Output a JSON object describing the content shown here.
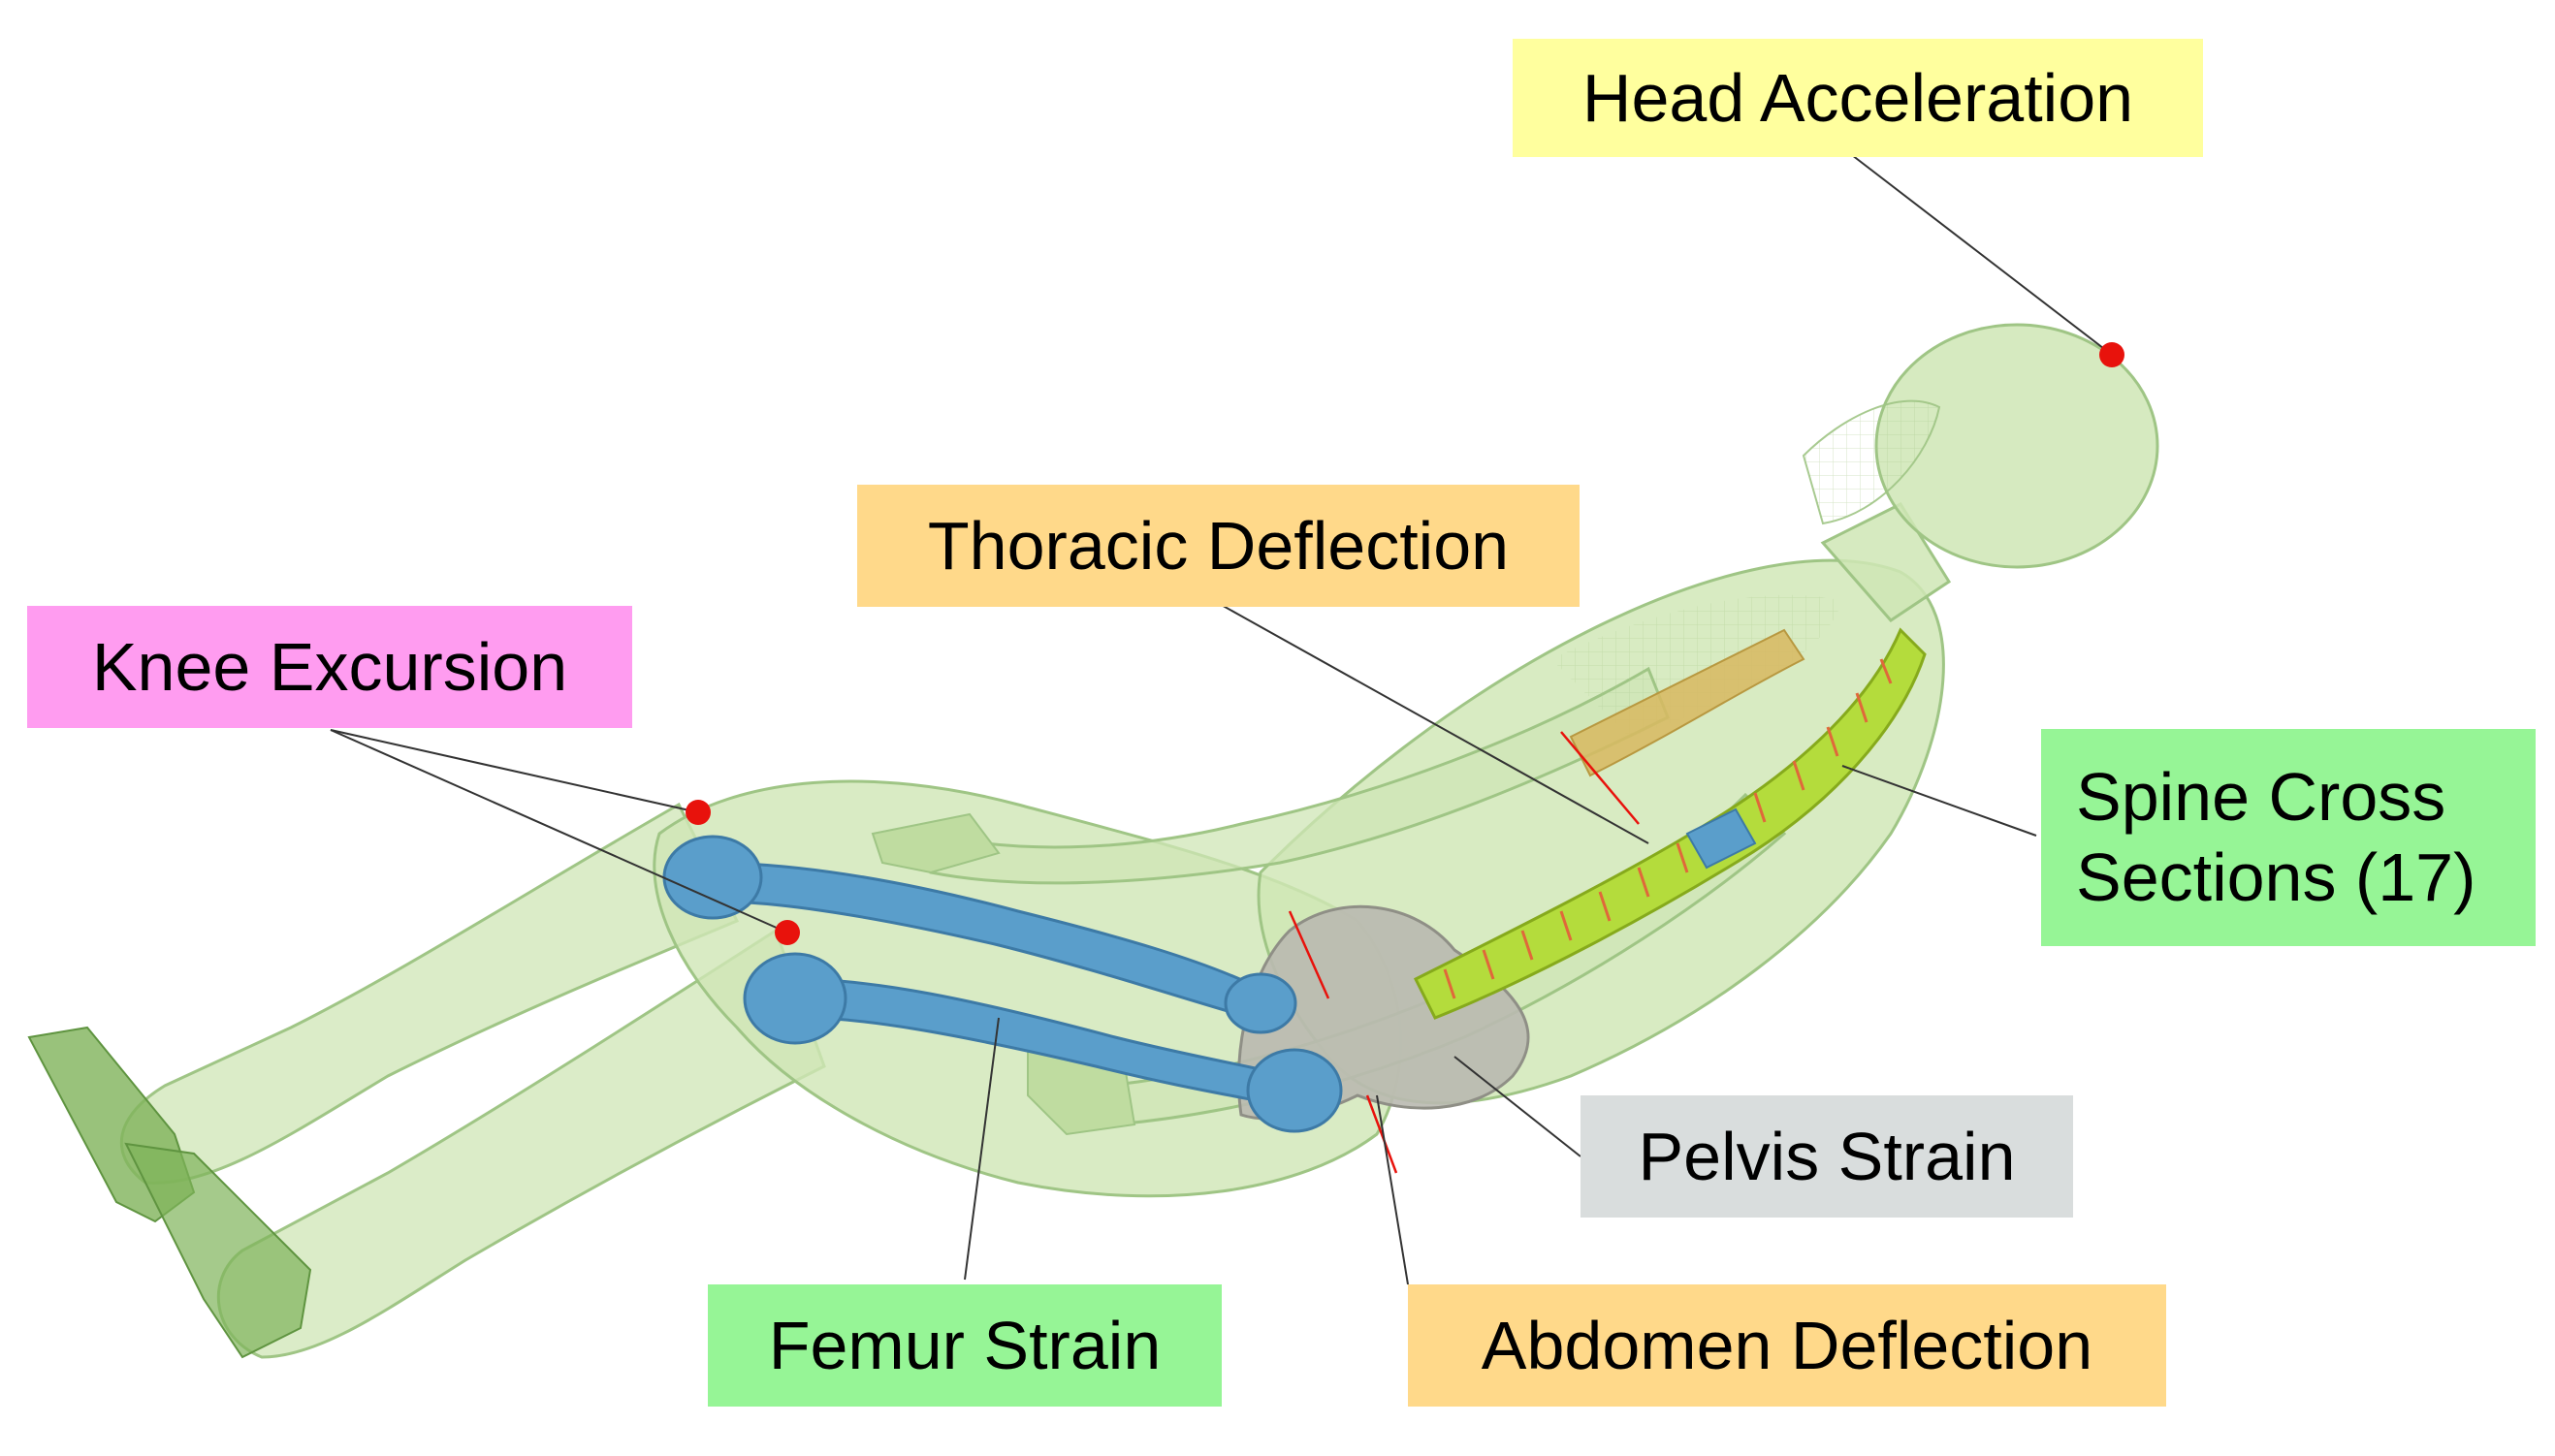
{
  "colors": {
    "body": "#cfe6b5",
    "body_edge": "#9fc585",
    "bone_blue": "#5a9ecb",
    "spine": "#b4dc3c",
    "clavicle": "#d8b860",
    "pelvis": "#b9b9b0",
    "marker": "#e8120c",
    "label_yellow": "#ffff9e",
    "label_orange": "#ffd98a",
    "label_pink": "#ff9cf0",
    "label_green": "#96f596",
    "label_gray": "#d9dddd"
  },
  "labels": {
    "head_acceleration": "Head Acceleration",
    "thoracic_deflection": "Thoracic Deflection",
    "knee_excursion": "Knee Excursion",
    "spine_cross_sections_line1": "Spine Cross",
    "spine_cross_sections_line2": "Sections (17)",
    "pelvis_strain": "Pelvis Strain",
    "femur_strain": "Femur Strain",
    "abdomen_deflection": "Abdomen Deflection"
  }
}
